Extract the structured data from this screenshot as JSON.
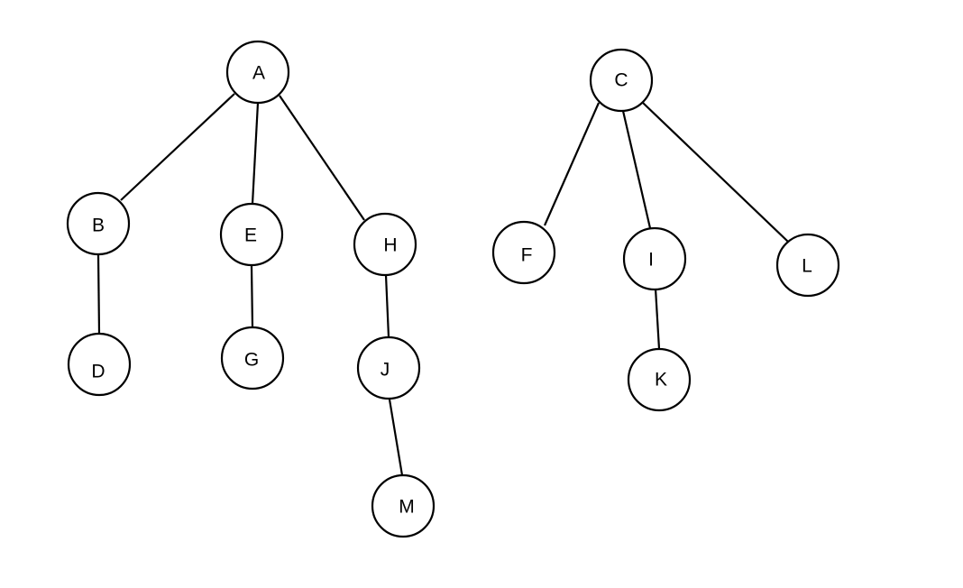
{
  "diagram": {
    "type": "forest",
    "trees": [
      {
        "root": "A",
        "edges": [
          [
            "A",
            "B"
          ],
          [
            "A",
            "E"
          ],
          [
            "A",
            "H"
          ],
          [
            "B",
            "D"
          ],
          [
            "E",
            "G"
          ],
          [
            "H",
            "J"
          ],
          [
            "J",
            "M"
          ]
        ]
      },
      {
        "root": "C",
        "edges": [
          [
            "C",
            "F"
          ],
          [
            "C",
            "I"
          ],
          [
            "C",
            "L"
          ],
          [
            "I",
            "K"
          ]
        ]
      }
    ],
    "nodes": {
      "A": {
        "label": "A"
      },
      "B": {
        "label": "B"
      },
      "C": {
        "label": "C"
      },
      "D": {
        "label": "D"
      },
      "E": {
        "label": "E"
      },
      "F": {
        "label": "F"
      },
      "G": {
        "label": "G"
      },
      "H": {
        "label": "H"
      },
      "I": {
        "label": "I"
      },
      "J": {
        "label": "J"
      },
      "K": {
        "label": "K"
      },
      "L": {
        "label": "L"
      },
      "M": {
        "label": "M"
      }
    }
  }
}
